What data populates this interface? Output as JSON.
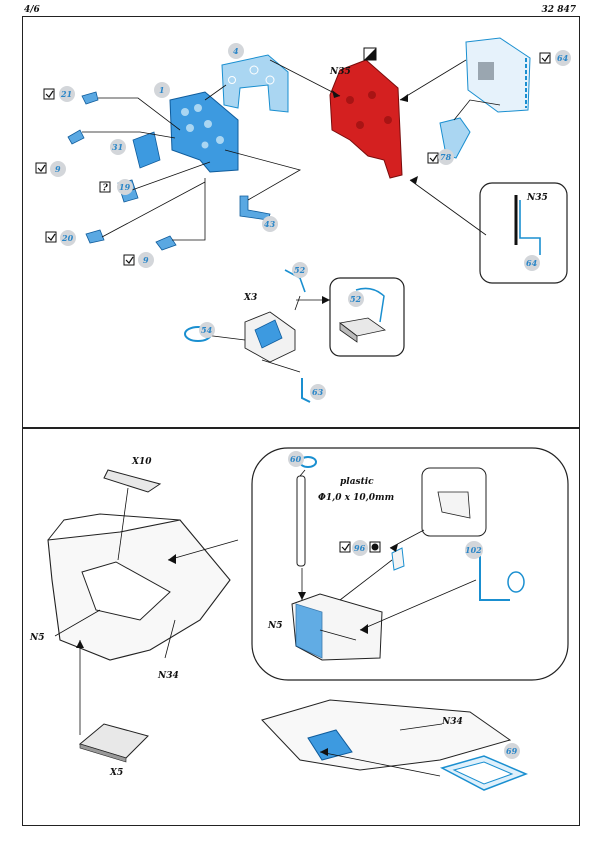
{
  "header": {
    "page": "4/6",
    "code": "32 847"
  },
  "top": {
    "parts": {
      "p1": "1",
      "p4": "4",
      "p9a": "9",
      "p9b": "9",
      "p19": "19",
      "p20": "20",
      "p21": "21",
      "p31": "31",
      "p43": "43",
      "p52a": "52",
      "p52b": "52",
      "p54": "54",
      "p63": "63",
      "p64a": "64",
      "p64b": "64",
      "p78": "78"
    },
    "refs": {
      "n35a": "N35",
      "n35b": "N35",
      "x3": "X3"
    },
    "symbols": {
      "question": "?"
    },
    "colors": {
      "photoetch_blue": "#1a8fd0",
      "highlight_red": "#d42020"
    }
  },
  "bottom": {
    "refs": {
      "x10": "X10",
      "n5a": "N5",
      "n5b": "N5",
      "n34a": "N34",
      "n34b": "N34",
      "x5": "X5"
    },
    "parts": {
      "p60": "60",
      "p96": "96",
      "p102": "102",
      "p69": "69"
    },
    "note": {
      "material": "plastic",
      "spec": "Φ1,0 x 10,0mm"
    }
  }
}
